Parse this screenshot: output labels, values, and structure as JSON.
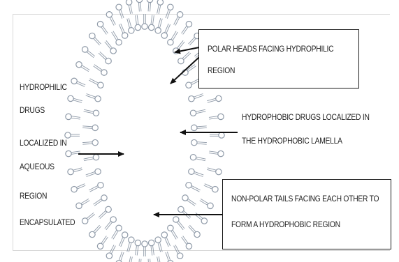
{
  "colors": {
    "ink": "#222222",
    "membrane": "#8f9aa8",
    "arrow": "#111111"
  },
  "labels": {
    "polar_heads_line1": "POLAR HEADS FACING HYDROPHILIC",
    "polar_heads_line2": "REGION",
    "hydrophobic_drugs_line1": "HYDROPHOBIC DRUGS LOCALIZED IN",
    "hydrophobic_drugs_line2": "THE HYDROPHOBIC LAMELLA",
    "nonpolar_tails_line1": "NON-POLAR TAILS FACING EACH OTHER TO",
    "nonpolar_tails_line2": "FORM A HYDROPHOBIC REGION",
    "hydrophilic_drugs_lines": [
      "HYDROPHILIC",
      "DRUGS",
      "LOCALIZED IN",
      "AQUEOUS",
      "REGION",
      "ENCAPSULATED"
    ]
  }
}
